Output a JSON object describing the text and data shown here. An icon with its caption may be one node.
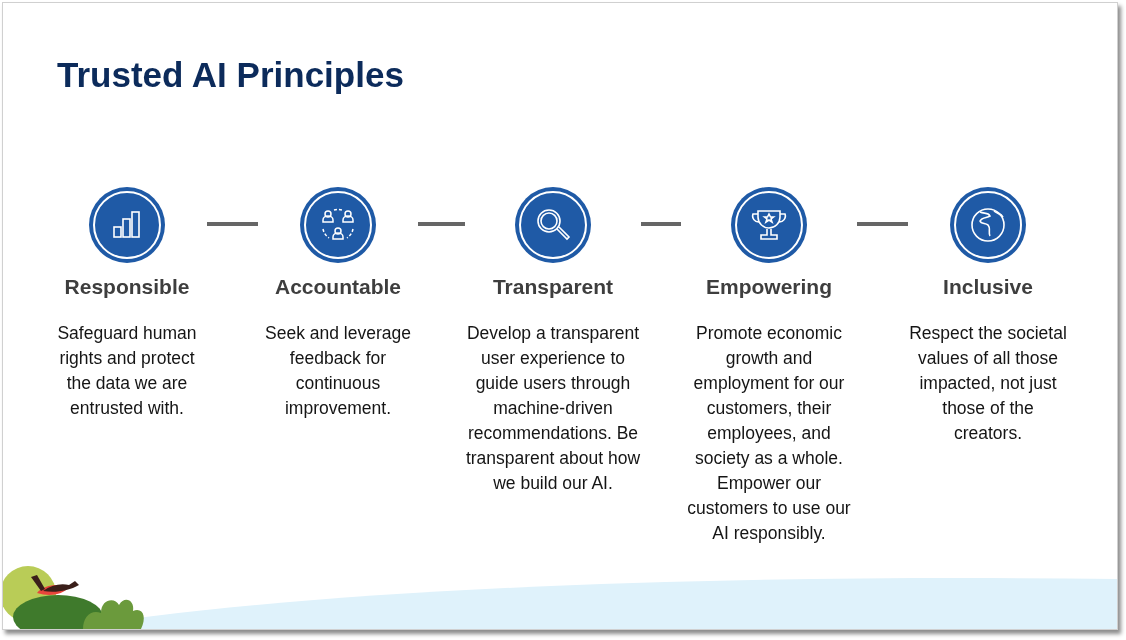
{
  "diagram": {
    "title": "Trusted AI Principles",
    "nodes": [
      {
        "text": [
          "Responsible",
          "Safeguard human rights and protect the data we are entrusted with."
        ]
      },
      {
        "text": [
          "Accountable",
          "Seek and leverage feedback for continuous improvement."
        ]
      },
      {
        "text": [
          "Transparent",
          "Develop a transparent user experience to guide users through machine-driven recommendations. Be transparent about how we build our AI."
        ]
      },
      {
        "text": [
          "Empowering",
          "Promote economic growth and employment for our customers, their employees, and society as a whole. Empower our customers to use our AI responsibly."
        ]
      },
      {
        "text": [
          "Inclusive",
          "Respect the societal values of all those impacted, not just those of the creators."
        ]
      }
    ],
    "edges": [
      {
        "from": 0,
        "to": 1,
        "arrow": "none"
      },
      {
        "from": 1,
        "to": 2,
        "arrow": "none"
      },
      {
        "from": 2,
        "to": 3,
        "arrow": "none"
      },
      {
        "from": 3,
        "to": 4,
        "arrow": "none"
      }
    ]
  }
}
